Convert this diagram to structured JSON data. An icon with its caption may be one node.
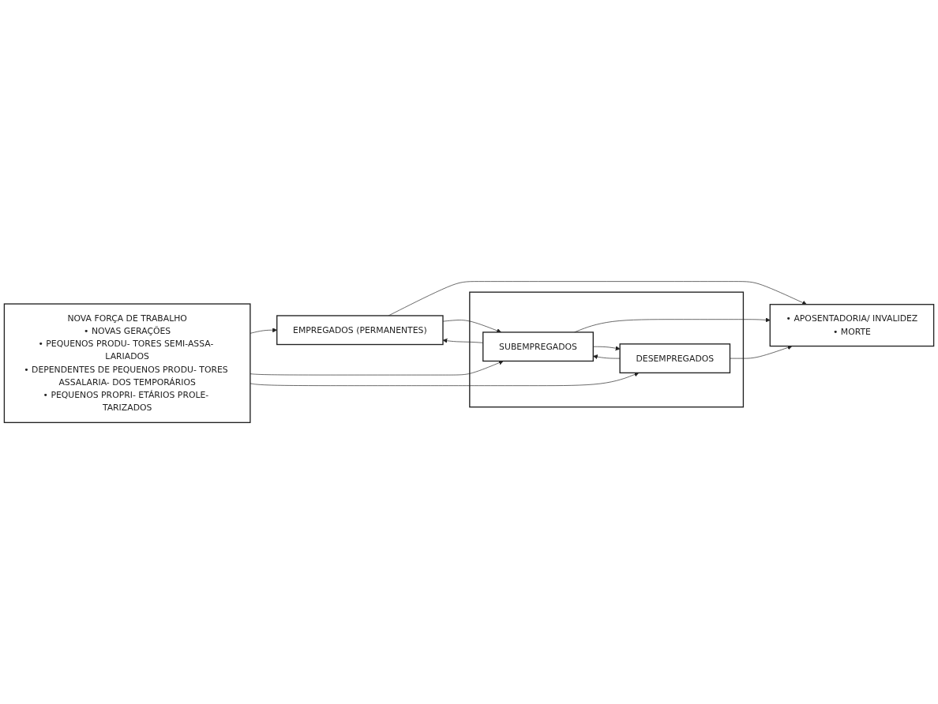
{
  "diagram": {
    "nodes": [
      {
        "text": [
          "NOVA FORÇA DE TRABALHO",
          "• NOVAS GERAÇÕES",
          "• PEQUENOS PRODU- TORES SEMI-ASSA- LARIADOS",
          "• DEPENDENTES DE PEQUENOS PRODU- TORES ASSALARIA- DOS TEMPORÁRIOS",
          "• PEQUENOS PROPRI- ETÁRIOS PROLE- TARIZADOS"
        ]
      },
      {
        "text": [
          "EMPREGADOS (PERMANENTES)"
        ]
      },
      {
        "text": [],
        "shape": "box"
      },
      {
        "text": [
          "SUBEMPREGADOS"
        ],
        "in": 2
      },
      {
        "text": [
          "DESEMPREGADOS"
        ],
        "in": 2
      },
      {
        "text": [
          "• APOSENTADORIA/ INVALIDEZ",
          "• MORTE"
        ]
      }
    ],
    "edges": [
      {
        "from": 0,
        "to": 1,
        "arrow": "to"
      },
      {
        "from": 0,
        "to": 3,
        "arrow": "to"
      },
      {
        "from": 0,
        "to": 4,
        "arrow": "to"
      },
      {
        "from": 1,
        "to": 5,
        "arrow": "to"
      },
      {
        "from": 3,
        "to": 5,
        "arrow": "to"
      },
      {
        "from": 4,
        "to": 5,
        "arrow": "to"
      },
      {
        "from": 3,
        "to": 1,
        "arrow": "to"
      },
      {
        "from": 1,
        "to": 3,
        "arrow": "to"
      },
      {
        "from": 4,
        "to": 3,
        "arrow": "to"
      },
      {
        "from": 3,
        "to": 4,
        "arrow": "to"
      }
    ]
  }
}
